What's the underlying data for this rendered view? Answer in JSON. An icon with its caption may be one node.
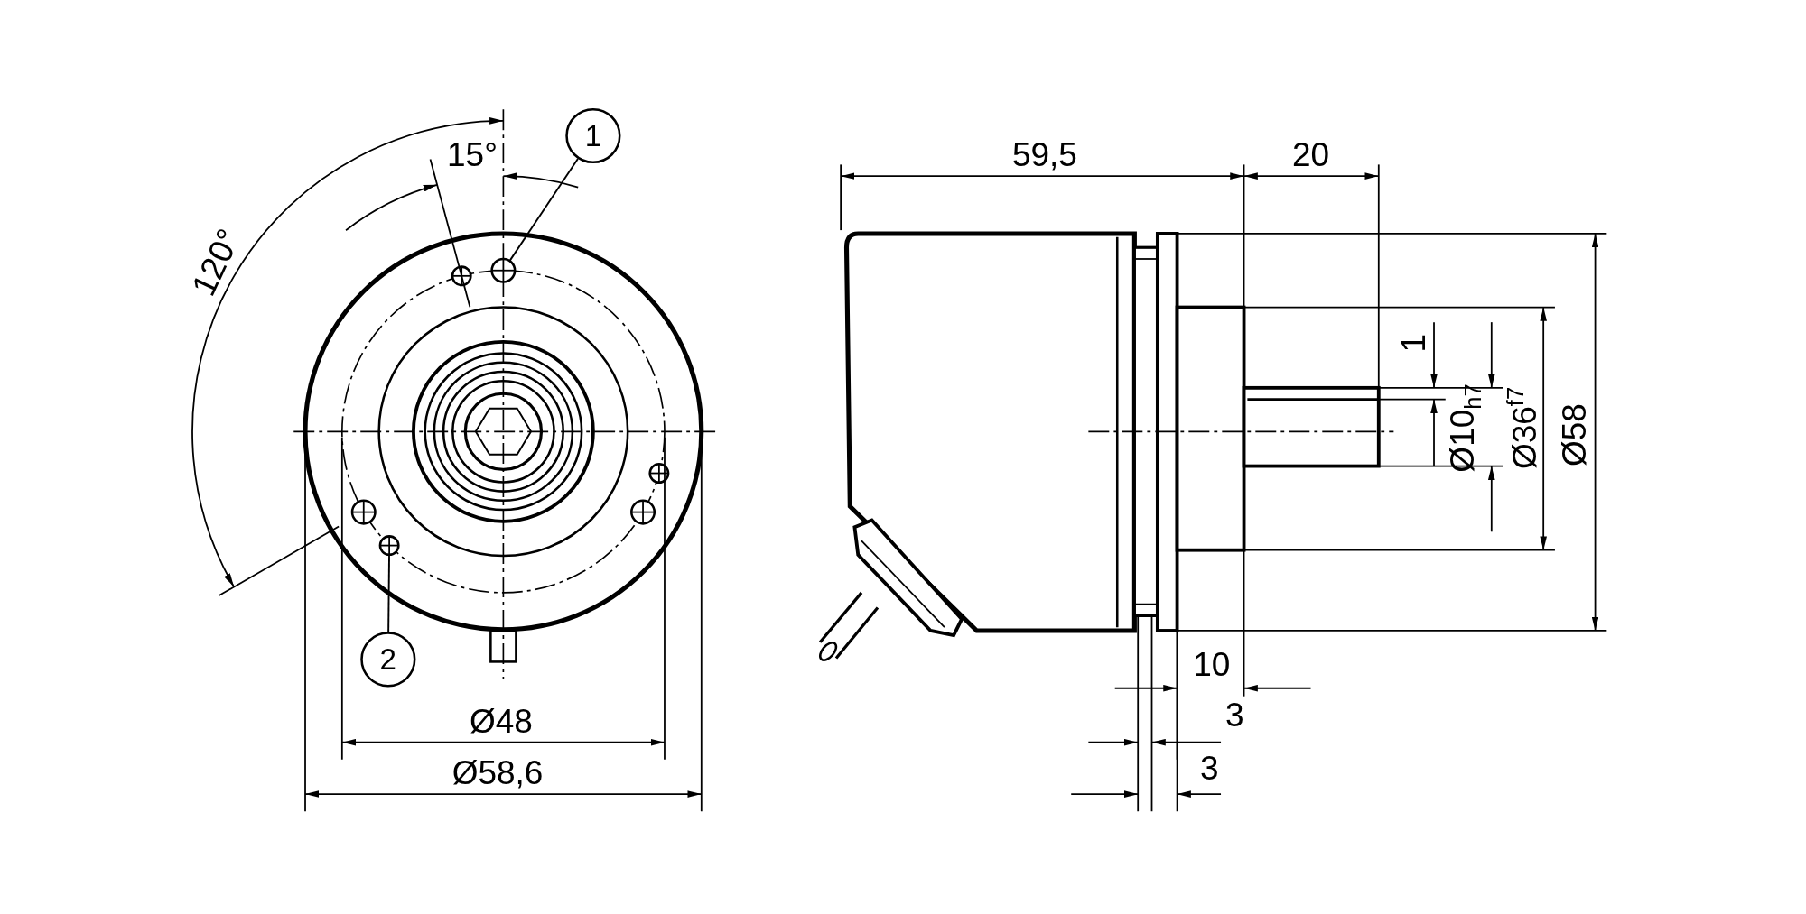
{
  "diagram": {
    "nodes": [
      {
        "text": [
          "1"
        ]
      },
      {
        "text": [],
        "shape": "circle"
      },
      {
        "text": [
          "2"
        ]
      },
      {
        "text": [],
        "shape": "circle"
      }
    ],
    "edges": [
      {
        "from": 0,
        "to": 1,
        "arrow": "none"
      },
      {
        "from": 2,
        "to": 3,
        "arrow": "none"
      }
    ],
    "labels": [
      "120°",
      "15°",
      "Ø48",
      "Ø58,6",
      "59,5",
      "20",
      "1",
      "Ø10$_{h7}$",
      "Ø36$^{f7}$",
      "Ø58",
      "10",
      "3",
      "3"
    ]
  }
}
